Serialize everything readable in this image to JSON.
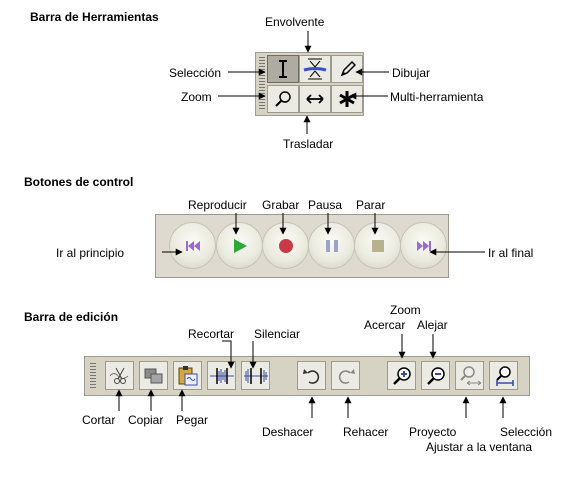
{
  "sections": {
    "tools_title": "Barra de Herramientas",
    "control_title": "Botones de control",
    "edit_title": "Barra de edición"
  },
  "tools": {
    "envelope": "Envolvente",
    "selection": "Selección",
    "draw": "Dibujar",
    "zoom": "Zoom",
    "multi": "Multi-herramienta",
    "timeshift": "Trasladar"
  },
  "control": {
    "play": "Reproducir",
    "record": "Grabar",
    "pause": "Pausa",
    "stop": "Parar",
    "skip_start": "Ir al principio",
    "skip_end": "Ir al final"
  },
  "edit": {
    "trim": "Recortar",
    "silence": "Silenciar",
    "zoom_title": "Zoom",
    "zoom_in": "Acercar",
    "zoom_out": "Alejar",
    "cut": "Cortar",
    "copy": "Copiar",
    "paste": "Pegar",
    "undo": "Deshacer",
    "redo": "Rehacer",
    "fit_project": "Proyecto",
    "fit_window": "Ajustar a la ventana",
    "fit_selection": "Selección"
  },
  "colors": {
    "play": "#2fa83a",
    "record": "#c93a48",
    "pause_stop": "#b7b28e",
    "skip": "#9a6ad2",
    "envelope": "#3c4ed0"
  }
}
